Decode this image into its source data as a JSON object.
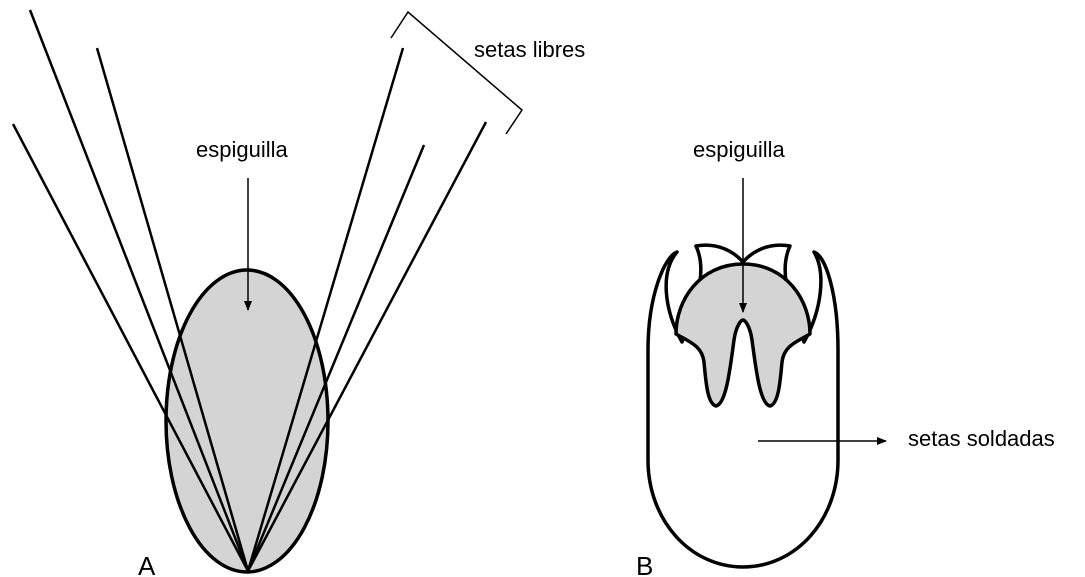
{
  "panel_a": {
    "letter": "A",
    "spikelet_label": "espiguilla",
    "bristles_label": "setas libres"
  },
  "panel_b": {
    "letter": "B",
    "spikelet_label": "espiguilla",
    "bristles_label": "setas soldadas"
  },
  "colors": {
    "stroke": "#000000",
    "spikelet_fill": "#d4d4d4",
    "background": "#ffffff"
  }
}
